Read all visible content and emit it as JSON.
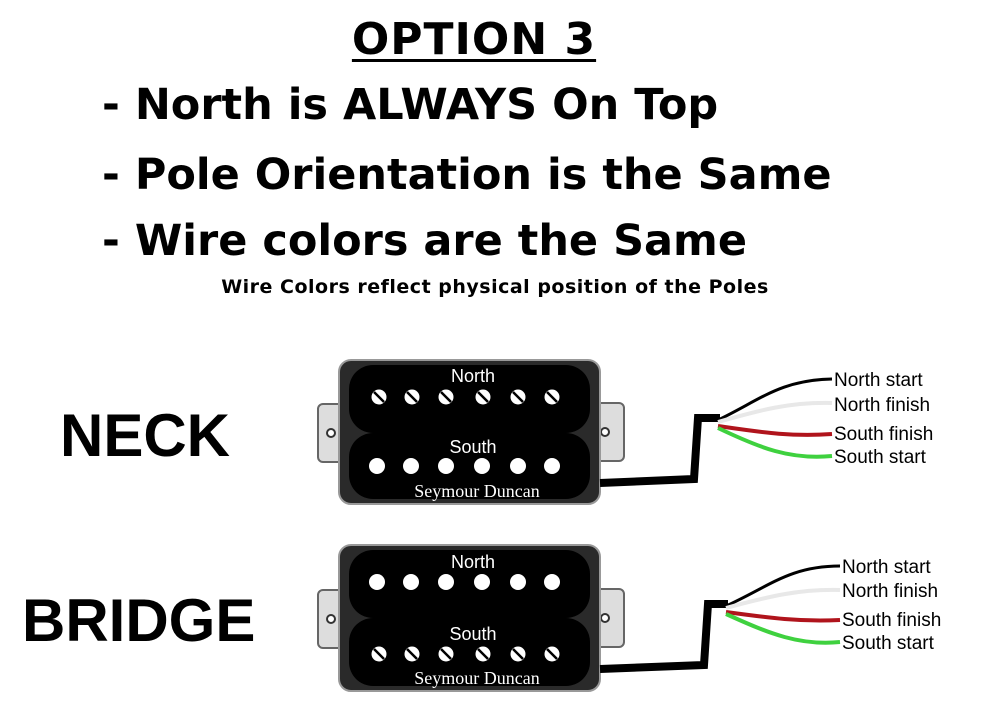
{
  "title": "OPTION 3",
  "bullets": [
    "- North is ALWAYS On Top",
    "- Pole Orientation is the Same",
    "- Wire colors are the Same"
  ],
  "note": "Wire Colors reflect physical position of the Poles",
  "pickups": [
    {
      "position_label": "NECK",
      "top_coil": "North",
      "bottom_coil": "South",
      "brand": "Seymour Duncan",
      "wires": [
        "North start",
        "North finish",
        "South finish",
        "South start"
      ]
    },
    {
      "position_label": "BRIDGE",
      "top_coil": "North",
      "bottom_coil": "South",
      "brand": "Seymour Duncan",
      "wires": [
        "North start",
        "North finish",
        "South finish",
        "South start"
      ]
    }
  ],
  "wire_colors": {
    "north_start": "#000000",
    "north_finish": "#e8e8e8",
    "south_finish": "#b0141c",
    "south_start": "#3fd13f",
    "bare": "#000000"
  }
}
